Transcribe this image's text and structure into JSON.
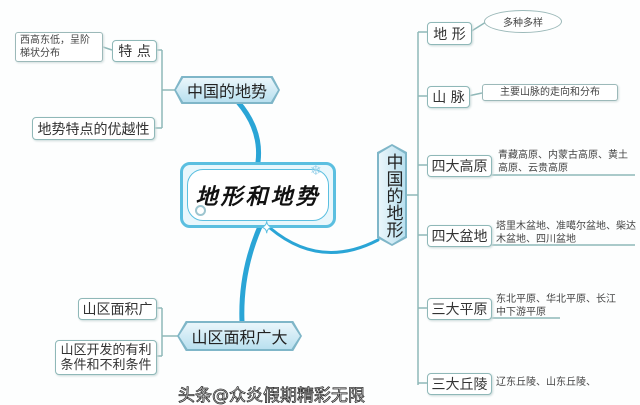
{
  "center": {
    "title": "地形和地势"
  },
  "left_top": {
    "title": "中国的地势",
    "items": [
      {
        "label": "特 点",
        "note": "西高东低，呈阶梯状分布"
      },
      {
        "label": "地势特点的优越性"
      }
    ]
  },
  "left_bottom": {
    "title": "山区面积广大",
    "items": [
      {
        "label": "山区面积广"
      },
      {
        "label": "山区开发的有利条件和不利条件"
      }
    ]
  },
  "right": {
    "title": "中国的地形",
    "items": [
      {
        "label": "地 形",
        "note": "多种多样"
      },
      {
        "label": "山 脉",
        "note": "主要山脉的走向和分布"
      },
      {
        "label": "四大高原",
        "note": "青藏高原、内蒙古高原、黄土高原、云贵高原"
      },
      {
        "label": "四大盆地",
        "note": "塔里木盆地、准噶尔盆地、柴达木盆地、四川盆地"
      },
      {
        "label": "三大平原",
        "note": "东北平原、华北平原、长江中下游平原"
      },
      {
        "label": "三大丘陵",
        "note": "辽东丘陵、山东丘陵、"
      }
    ]
  },
  "watermark": "头条@众炎假期精彩无限",
  "colors": {
    "accent": "#5bbfe0",
    "line": "#8fb8b8",
    "branch": "#2aa5d6"
  }
}
